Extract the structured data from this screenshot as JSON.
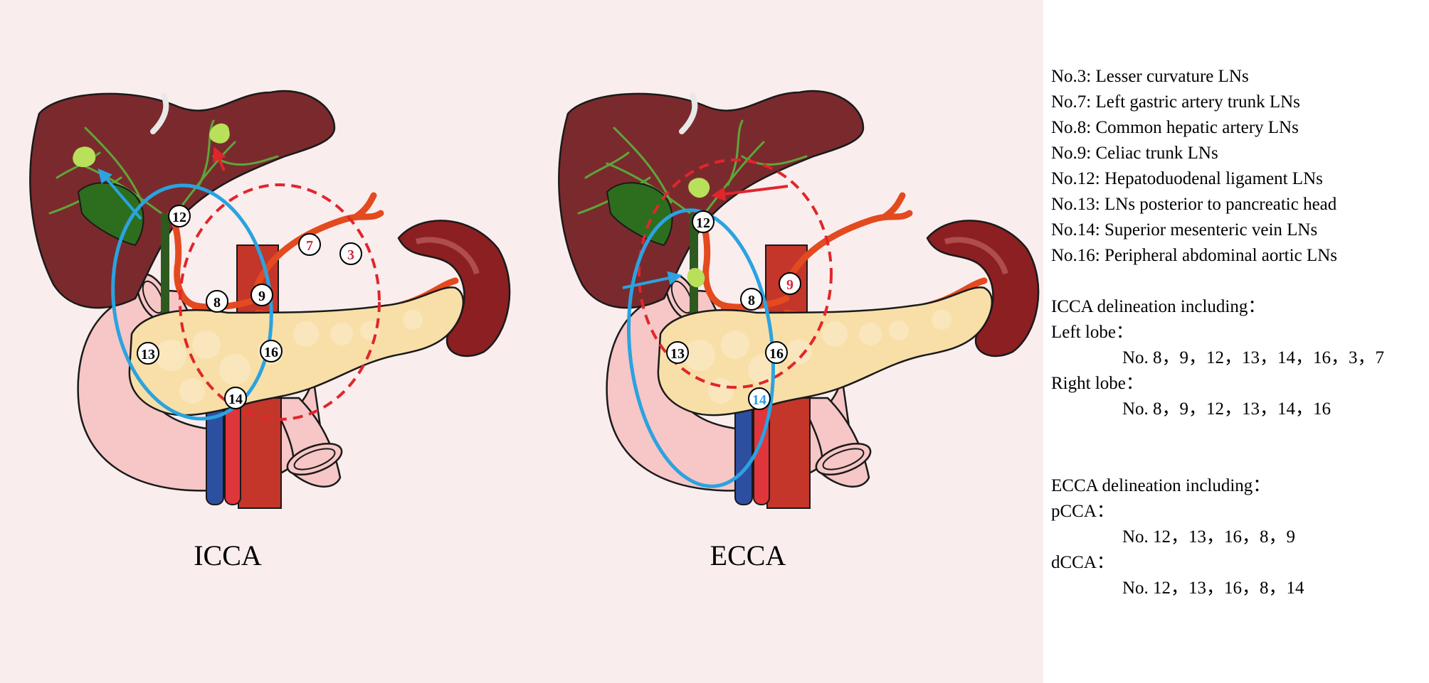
{
  "colors": {
    "panel_background": "#f9eded",
    "liver": "#7a2a2d",
    "biliary": "#5da63b",
    "artery": "#e34a1f",
    "vena_cava": "#2d4fa0",
    "pancreas": "#f8dfa8",
    "duodenum": "#f7c6c6",
    "spleen": "#8c1f22",
    "lymph_node": "#b8e05a",
    "region_circle": "#2aa3e0",
    "dashed_circle": "#e0262b",
    "badge_red_text": "#d42a3c",
    "badge_blue_text": "#2a9fe0"
  },
  "icca": {
    "title": "ICCA",
    "nodes": {
      "n12": "12",
      "n8": "8",
      "n9": "9",
      "n13": "13",
      "n16": "16",
      "n14": "14",
      "n7": "7",
      "n3": "3"
    }
  },
  "ecca": {
    "title": "ECCA",
    "nodes": {
      "n12": "12",
      "n8": "8",
      "n9": "9",
      "n13": "13",
      "n16": "16",
      "n14": "14"
    }
  },
  "legend": {
    "stations": [
      "No.3: Lesser curvature LNs",
      "No.7: Left gastric artery trunk LNs",
      "No.8: Common hepatic artery LNs",
      "No.9: Celiac trunk LNs",
      "No.12: Hepatoduodenal ligament LNs",
      "No.13: LNs posterior to pancreatic head",
      "No.14: Superior mesenteric vein LNs",
      "No.16: Peripheral abdominal aortic LNs"
    ],
    "icca": {
      "heading": "ICCA delineation including：",
      "left_label": "Left lobe：",
      "left_value": "No. 8，9，12，13，14，16，3，7",
      "right_label": "Right lobe：",
      "right_value": "No. 8，9，12，13，14，16"
    },
    "ecca": {
      "heading": "ECCA delineation including：",
      "p_label": "pCCA：",
      "p_value": "No. 12，13，16，8，9",
      "d_label": "dCCA：",
      "d_value": "No. 12，13，16，8，14"
    }
  }
}
